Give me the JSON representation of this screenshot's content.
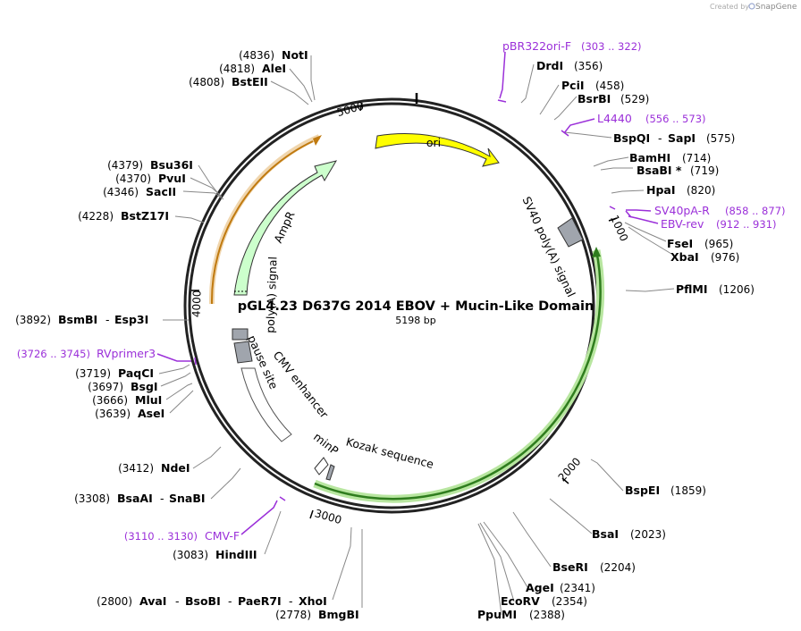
{
  "credit": {
    "created_by": "Created by",
    "brand": "SnapGene"
  },
  "map": {
    "title": "pGL4.23 D637G 2014 EBOV + Mucin-Like Domain",
    "length": "5198 bp"
  },
  "colors": {
    "primer": "#9b30d9",
    "ori_fill": "#ffff00",
    "ampr_fill": "#ccffcc",
    "luc_fill": "#ccffcc",
    "luc_stroke": "#2f7d1e",
    "orange_stroke": "#d48a17",
    "polyA_fill": "#a0a5ad",
    "ring": "#222222"
  },
  "ticks": [
    {
      "label": "1000"
    },
    {
      "label": "2000"
    },
    {
      "label": "3000"
    },
    {
      "label": "4000"
    },
    {
      "label": "5000"
    }
  ],
  "features": [
    {
      "label": "ori"
    },
    {
      "label": "AmpR"
    },
    {
      "label": "SV40 poly(A) signal"
    },
    {
      "label": "poly(A) signal"
    },
    {
      "label": "pause site"
    },
    {
      "label": "CMV enhancer"
    },
    {
      "label": "minP"
    },
    {
      "label": "Kozak sequence"
    }
  ],
  "enzymes": [
    {
      "name": "NotI",
      "pos": "(4836)"
    },
    {
      "name": "AleI",
      "pos": "(4818)"
    },
    {
      "name": "BstEII",
      "pos": "(4808)"
    },
    {
      "name": "Bsu36I",
      "pos": "(4379)"
    },
    {
      "name": "PvuI",
      "pos": "(4370)"
    },
    {
      "name": "SacII",
      "pos": "(4346)"
    },
    {
      "name": "BstZ17I",
      "pos": "(4228)"
    },
    {
      "name": "BsmBI",
      "sep": "-",
      "name2": "Esp3I",
      "pos": "(3892)"
    },
    {
      "name": "PaqCI",
      "pos": "(3719)"
    },
    {
      "name": "BsgI",
      "pos": "(3697)"
    },
    {
      "name": "MluI",
      "pos": "(3666)"
    },
    {
      "name": "AseI",
      "pos": "(3639)"
    },
    {
      "name": "NdeI",
      "pos": "(3412)"
    },
    {
      "name": "BsaAI",
      "sep": "-",
      "name2": "SnaBI",
      "pos": "(3308)"
    },
    {
      "name": "HindIII",
      "pos": "(3083)"
    },
    {
      "name": "AvaI",
      "sep": "-",
      "name2": "BsoBI",
      "sep2": "-",
      "name3": "PaeR7I",
      "sep3": "-",
      "name4": "XhoI",
      "pos": "(2800)"
    },
    {
      "name": "BmgBI",
      "pos": "(2778)"
    },
    {
      "name": "PpuMI",
      "pos": "(2388)"
    },
    {
      "name": "EcoRV",
      "pos": "(2354)"
    },
    {
      "name": "AgeI",
      "pos": "(2341)"
    },
    {
      "name": "BseRI",
      "pos": "(2204)"
    },
    {
      "name": "BsaI",
      "pos": "(2023)"
    },
    {
      "name": "BspEI",
      "pos": "(1859)"
    },
    {
      "name": "PflMI",
      "pos": "(1206)"
    },
    {
      "name": "XbaI",
      "pos": "(976)"
    },
    {
      "name": "FseI",
      "pos": "(965)"
    },
    {
      "name": "HpaI",
      "pos": "(820)"
    },
    {
      "name": "BsaBI *",
      "pos": "(719)"
    },
    {
      "name": "BamHI",
      "pos": "(714)"
    },
    {
      "name": "BspQI",
      "sep": "-",
      "name2": "SapI",
      "pos": "(575)"
    },
    {
      "name": "BsrBI",
      "pos": "(529)"
    },
    {
      "name": "PciI",
      "pos": "(458)"
    },
    {
      "name": "DrdI",
      "pos": "(356)"
    }
  ],
  "primers": [
    {
      "name": "pBR322ori-F",
      "range": "(303 .. 322)"
    },
    {
      "name": "L4440",
      "range": "(556 .. 573)"
    },
    {
      "name": "SV40pA-R",
      "range": "(858 .. 877)"
    },
    {
      "name": "EBV-rev",
      "range": "(912 .. 931)"
    },
    {
      "name": "RVprimer3",
      "range": "(3726 .. 3745)"
    },
    {
      "name": "CMV-F",
      "range": "(3110 .. 3130)"
    }
  ]
}
